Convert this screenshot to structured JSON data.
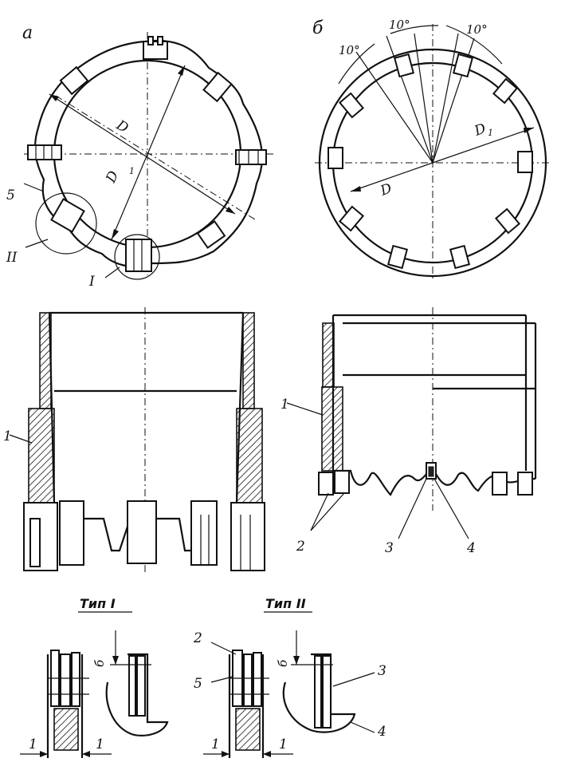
{
  "panels": {
    "a": "а",
    "b": "б"
  },
  "dims": {
    "D": "D",
    "D1": "D",
    "D1_sub": "1",
    "b": "б"
  },
  "angles": {
    "first": "10°",
    "second": "10°",
    "third": "10°"
  },
  "callouts": {
    "detail_I": "I",
    "detail_II": "II"
  },
  "part_numbers": {
    "p1": "1",
    "p2": "2",
    "p3": "3",
    "p4": "4",
    "p5": "5"
  },
  "types": {
    "type1": "Тип I",
    "type2": "Тип II"
  },
  "clearance_one": "1"
}
